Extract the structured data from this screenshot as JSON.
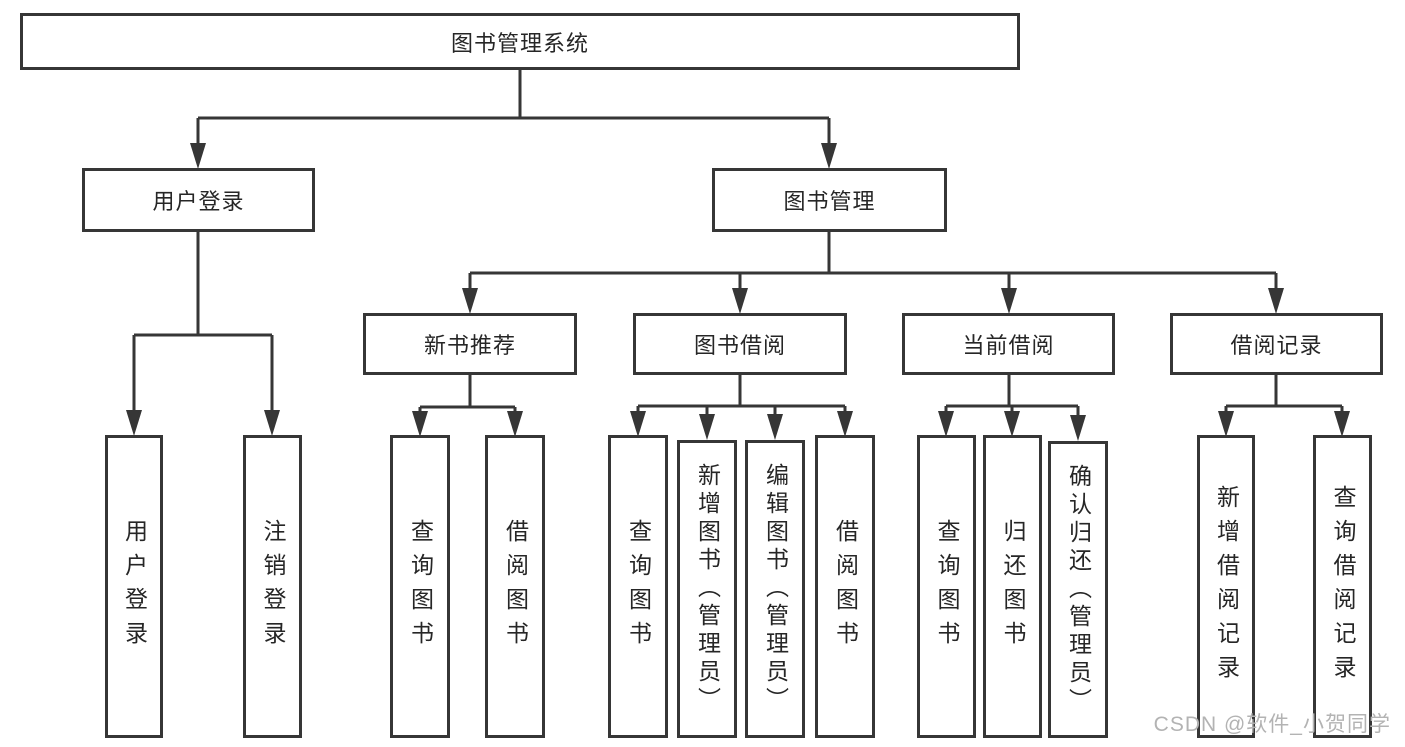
{
  "tree": {
    "root": {
      "label": "图书管理系统"
    },
    "branches": [
      {
        "label": "用户登录",
        "children": [
          {
            "label": "用户登录"
          },
          {
            "label": "注销登录"
          }
        ]
      },
      {
        "label": "图书管理",
        "children": [
          {
            "label": "新书推荐",
            "children": [
              {
                "label": "查询图书"
              },
              {
                "label": "借阅图书"
              }
            ]
          },
          {
            "label": "图书借阅",
            "children": [
              {
                "label": "查询图书"
              },
              {
                "label": "新增图书（管理员）"
              },
              {
                "label": "编辑图书（管理员）"
              },
              {
                "label": "借阅图书"
              }
            ]
          },
          {
            "label": "当前借阅",
            "children": [
              {
                "label": "查询图书"
              },
              {
                "label": "归还图书"
              },
              {
                "label": "确认归还（管理员）"
              }
            ]
          },
          {
            "label": "借阅记录",
            "children": [
              {
                "label": "新增借阅记录"
              },
              {
                "label": "查询借阅记录"
              }
            ]
          }
        ]
      }
    ]
  },
  "watermark": {
    "text": "CSDN @软件_小贺同学"
  },
  "colors": {
    "line": "#363636",
    "text": "#262626",
    "background": "#ffffff",
    "watermark": "#b3b3b3"
  }
}
